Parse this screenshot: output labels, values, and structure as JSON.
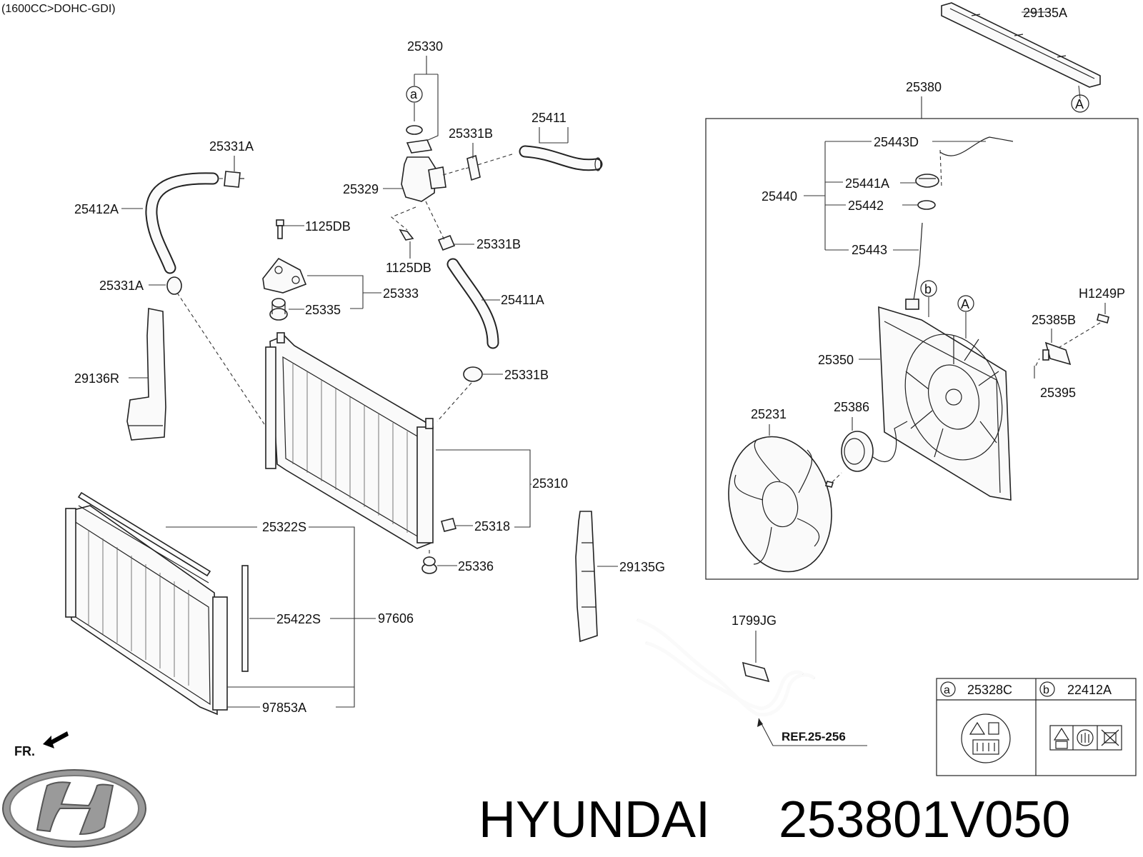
{
  "header": {
    "engine_note": "(1600CC>DOHC-GDI)"
  },
  "labels": {
    "p29135A": "29135A",
    "p25330": "25330",
    "p25380": "25380",
    "p25411": "25411",
    "p25331A_top": "25331A",
    "p25331B_top": "25331B",
    "p25412A": "25412A",
    "p25329": "25329",
    "p1125DB_a": "1125DB",
    "p1125DB_b": "1125DB",
    "p25331B_mid": "25331B",
    "p25331A_bot": "25331A",
    "p25333": "25333",
    "p25335": "25335",
    "p25411A": "25411A",
    "p29136R": "29136R",
    "p25331B_low": "25331B",
    "p25310": "25310",
    "p25322S": "25322S",
    "p25318": "25318",
    "p25336": "25336",
    "p29135G": "29135G",
    "p25422S": "25422S",
    "p97606": "97606",
    "p97853A": "97853A",
    "p1799JG": "1799JG",
    "p25443D": "25443D",
    "p25441A": "25441A",
    "p25440": "25440",
    "p25442": "25442",
    "p25443": "25443",
    "p25350": "25350",
    "pH1249P": "H1249P",
    "p25385B": "25385B",
    "p25395": "25395",
    "p25231": "25231",
    "p25386": "25386"
  },
  "markers": {
    "a": "a",
    "b": "b",
    "A": "A"
  },
  "reference": "REF.25-256",
  "direction": "FR.",
  "legend": {
    "a_code": "25328C",
    "b_code": "22412A"
  },
  "footer": {
    "brand": "HYUNDAI",
    "part_number": "253801V050"
  }
}
